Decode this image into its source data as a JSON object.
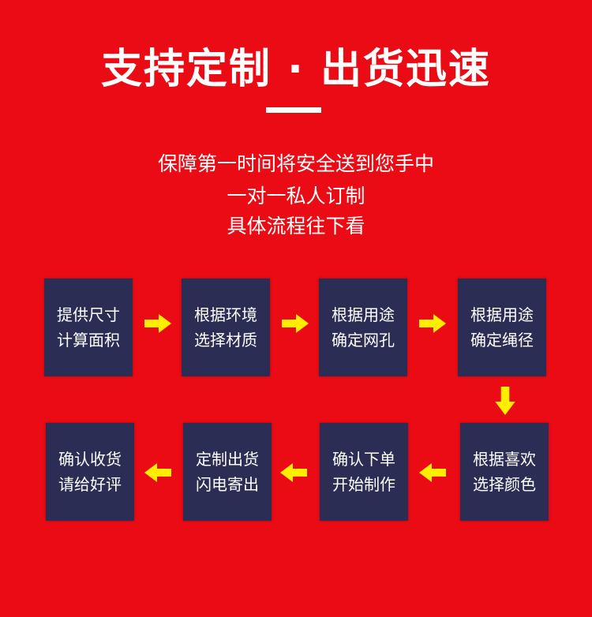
{
  "title": "支持定制 · 出货迅速",
  "subtitle": [
    "保障第一时间将安全送到您手中",
    "一对一私人订制",
    "具体流程往下看"
  ],
  "steps": [
    {
      "line1": "提供尺寸",
      "line2": "计算面积"
    },
    {
      "line1": "根据环境",
      "line2": "选择材质"
    },
    {
      "line1": "根据用途",
      "line2": "确定网孔"
    },
    {
      "line1": "根据用途",
      "line2": "确定绳径"
    },
    {
      "line1": "根据喜欢",
      "line2": "选择颜色"
    },
    {
      "line1": "确认下单",
      "line2": "开始制作"
    },
    {
      "line1": "定制出货",
      "line2": "闪电寄出"
    },
    {
      "line1": "确认收货",
      "line2": "请给好评"
    }
  ],
  "colors": {
    "background": "#ea0b15",
    "box": "#2b2d55",
    "arrow": "#ffee00"
  }
}
